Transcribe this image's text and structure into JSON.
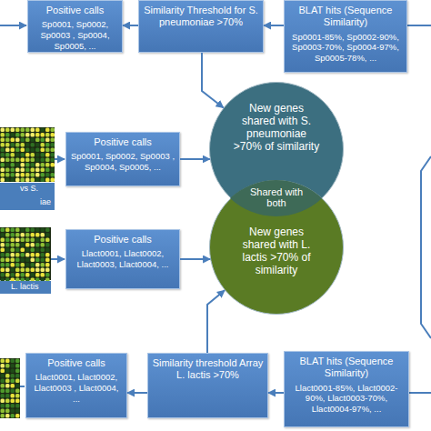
{
  "diagram": {
    "nodes": [
      {
        "text": [
          "Positive calls",
          "Sp0001, Sp0002, Sp0003 , Sp0004, Sp0005, ..."
        ]
      },
      {
        "text": [
          "Similarity Threshold for S. pneumoniae >70%"
        ]
      },
      {
        "text": [
          "BLAT hits (Sequence Similarity)",
          "Sp0001-85%, Sp0002-90%, Sp0003-70%, Sp0004-97%, Sp0005-78%, ..."
        ]
      },
      {
        "text": [
          "New genes shared with S. pneumoniae >70% of similarity"
        ]
      },
      {
        "text": [
          "Positive calls",
          "Sp0001, Sp0002, Sp0003 , Sp0004, Sp0005, ..."
        ]
      },
      {
        "text": [
          "Shared with both"
        ]
      },
      {
        "text": [
          "New genes shared with L. lactis >70% of similarity"
        ]
      },
      {
        "text": [
          "Positive calls",
          "Llact0001, Llact0002, Llact0003, Llact0004, ..."
        ]
      },
      {
        "text": [
          "Positive calls",
          "Llact0001, Llact0002, Llact0003 , Llact0004, ..."
        ]
      },
      {
        "text": [
          "Similarity threshold Array L. lactis >70%"
        ]
      },
      {
        "text": [
          "BLAT hits (Sequence Similarity)",
          "Llact0001-85%, Llact0002-90%, Llact0003-70%, Llact0004-97%, ..."
        ]
      }
    ],
    "edges": [
      {
        "from": 2,
        "to": 1,
        "arrow": "to"
      },
      {
        "from": 1,
        "to": 0,
        "arrow": "to"
      },
      {
        "from": 1,
        "to": 3,
        "arrow": "to"
      },
      {
        "from": 4,
        "to": 3,
        "arrow": "to"
      },
      {
        "from": 7,
        "to": 6,
        "arrow": "to"
      },
      {
        "from": 10,
        "to": 9,
        "arrow": "to"
      },
      {
        "from": 9,
        "to": 8,
        "arrow": "to"
      },
      {
        "from": 9,
        "to": 6,
        "arrow": "to"
      }
    ],
    "labels": [
      "vs S.",
      "iae",
      "L. lactis"
    ]
  }
}
